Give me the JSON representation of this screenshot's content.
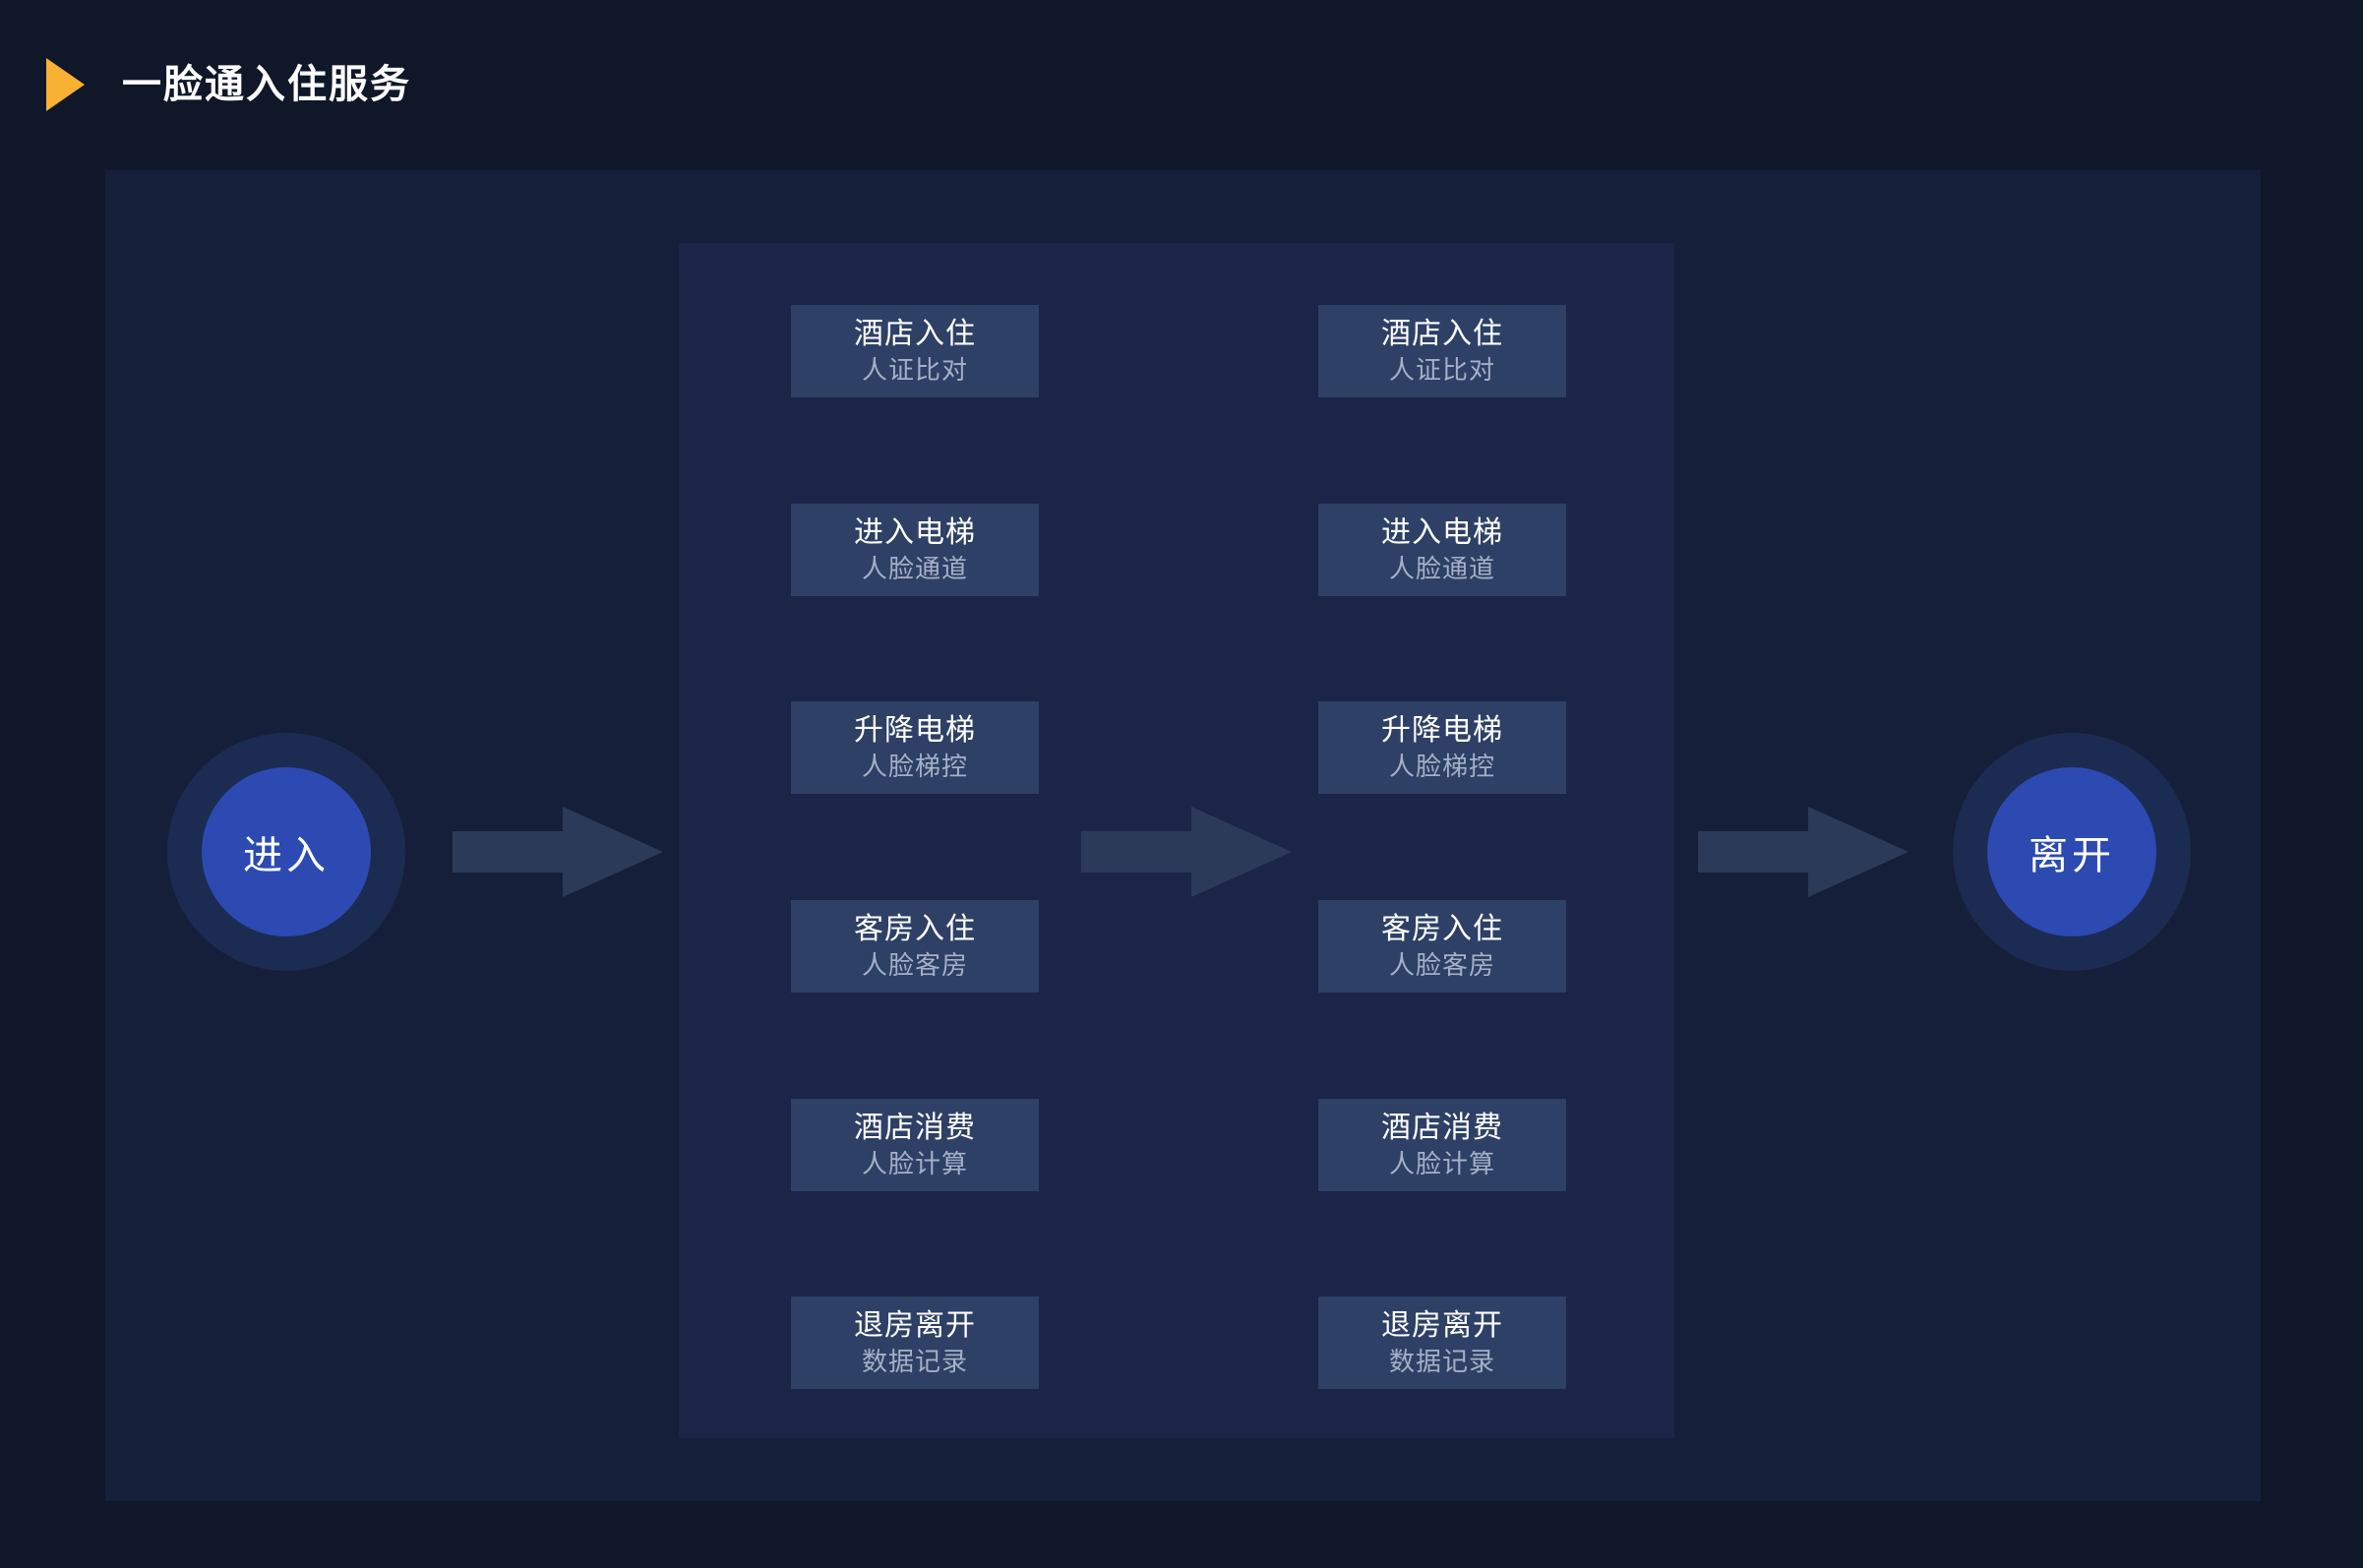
{
  "header": {
    "title": "一脸通入住服务"
  },
  "flow": {
    "start_label": "进入",
    "end_label": "离开",
    "stages": [
      {
        "title": "酒店入住",
        "subtitle": "人证比对"
      },
      {
        "title": "进入电梯",
        "subtitle": "人脸通道"
      },
      {
        "title": "升降电梯",
        "subtitle": "人脸梯控"
      },
      {
        "title": "客房入住",
        "subtitle": "人脸客房"
      },
      {
        "title": "酒店消费",
        "subtitle": "人脸计算"
      },
      {
        "title": "退房离开",
        "subtitle": "数据记录"
      }
    ]
  },
  "icons": {
    "title_marker": "play-triangle",
    "flow_arrow": "right-arrow"
  },
  "colors": {
    "page-bg": "#0F1729",
    "panel-bg": "#151F39",
    "group-bg": "#1A2547",
    "box-bg": "#2E4065",
    "box-title": "#FFFFFF",
    "box-subtitle": "#A5B0C8",
    "arrow": "#2C3A59",
    "node-ring": "#1C2B52",
    "node-fill": "#2C4AB2",
    "node-text": "#FFFFFF",
    "accent": "#F8B133",
    "title-text": "#FFFFFF"
  }
}
